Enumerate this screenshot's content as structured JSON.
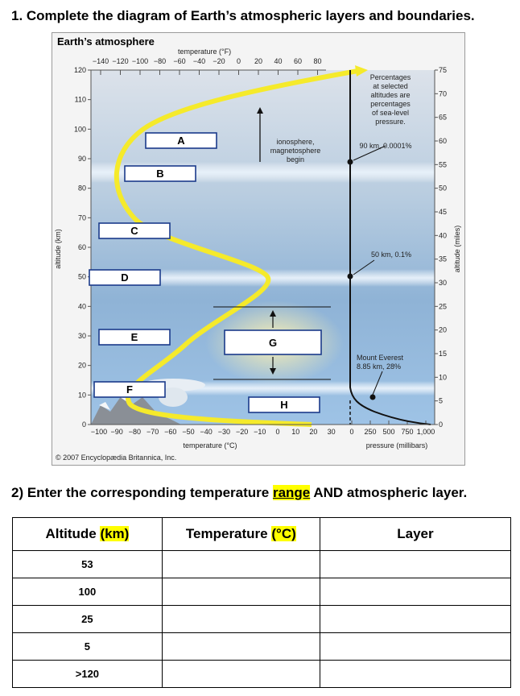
{
  "question1": "1. Complete the diagram of Earth’s atmospheric layers and boundaries.",
  "figure": {
    "title": "Earth’s atmosphere",
    "top_axis_label": "temperature (°F)",
    "top_ticks": [
      "−140",
      "−120",
      "−100",
      "−80",
      "−60",
      "−40",
      "−20",
      "0",
      "20",
      "40",
      "60",
      "80"
    ],
    "bottom_ticks": [
      "−100",
      "−90",
      "−80",
      "−70",
      "−60",
      "−50",
      "−40",
      "−30",
      "−20",
      "−10",
      "0",
      "10",
      "20",
      "30"
    ],
    "bottom_axis_label": "temperature (°C)",
    "left_axis_label": "altitude (km)",
    "left_ticks": [
      "120",
      "110",
      "100",
      "90",
      "80",
      "70",
      "60",
      "50",
      "40",
      "30",
      "20",
      "10",
      "0"
    ],
    "right_axis_label": "altitude (miles)",
    "right_ticks": [
      "75",
      "70",
      "65",
      "60",
      "55",
      "50",
      "45",
      "40",
      "35",
      "30",
      "25",
      "20",
      "15",
      "10",
      "5",
      "0"
    ],
    "pressure_ticks": [
      "0",
      "250",
      "500",
      "750",
      "1,000"
    ],
    "pressure_axis_label": "pressure (millibars)",
    "copyright": "© 2007 Encyclopædia Britannica, Inc.",
    "percentages_note": [
      "Percentages",
      "at selected",
      "altitudes are",
      "percentages",
      "of sea-level",
      "pressure."
    ],
    "callout_90": "90 km, 0.0001%",
    "callout_50": "50 km, 0.1%",
    "everest": [
      "Mount Everest",
      "8.85 km, 28%"
    ],
    "ionosphere": [
      "ionosphere,",
      "magnetosphere",
      "begin"
    ],
    "labels": [
      "A",
      "B",
      "C",
      "D",
      "E",
      "F",
      "G",
      "H"
    ]
  },
  "question2": {
    "prefix": "2) Enter the corresponding temperature ",
    "highlight": "range",
    "suffix": " AND atmospheric layer."
  },
  "table": {
    "headers": [
      {
        "text": "Altitude ",
        "highlight": "(km)"
      },
      {
        "text": "Temperature ",
        "highlight": "(°C)"
      },
      {
        "text": "Layer",
        "highlight": ""
      }
    ],
    "rows": [
      {
        "altitude": "53",
        "temperature": "",
        "layer": ""
      },
      {
        "altitude": "100",
        "temperature": "",
        "layer": ""
      },
      {
        "altitude": "25",
        "temperature": "",
        "layer": ""
      },
      {
        "altitude": "5",
        "temperature": "",
        "layer": ""
      },
      {
        "altitude": ">120",
        "temperature": "",
        "layer": ""
      }
    ]
  }
}
